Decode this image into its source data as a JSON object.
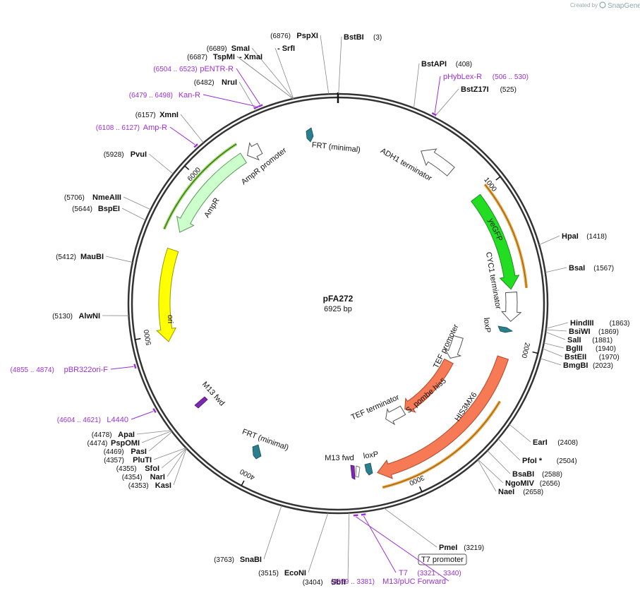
{
  "credit": {
    "prefix": "Created by",
    "brand": "SnapGene"
  },
  "plasmid": {
    "name": "pFA272",
    "length_text": "6925 bp",
    "length": 6925
  },
  "ticks": [
    {
      "bp": 1000,
      "label": "1000"
    },
    {
      "bp": 2000,
      "label": "2000"
    },
    {
      "bp": 3000,
      "label": "3000"
    },
    {
      "bp": 4000,
      "label": "4000"
    },
    {
      "bp": 5000,
      "label": "5000"
    },
    {
      "bp": 6000,
      "label": "6000"
    }
  ],
  "sites": [
    {
      "name": "BstBI",
      "pos": "(3)",
      "bp": 3
    },
    {
      "name": "PspXI",
      "pos": "(6876)",
      "bp": 6876
    },
    {
      "name": "SmaI",
      "pos": "(6689)",
      "bp": 6689
    },
    {
      "name": "- SrfI",
      "pos": "",
      "bp": 6689
    },
    {
      "name": "TspMI",
      "pos": "(6687)",
      "bp": 6687
    },
    {
      "name": "- XmaI",
      "pos": "",
      "bp": 6687
    },
    {
      "name": "NruI",
      "pos": "(6482)",
      "bp": 6482
    },
    {
      "name": "XmnI",
      "pos": "(6157)",
      "bp": 6157
    },
    {
      "name": "PvuI",
      "pos": "(5928)",
      "bp": 5928
    },
    {
      "name": "NmeAIII",
      "pos": "(5706)",
      "bp": 5706
    },
    {
      "name": "BspEI",
      "pos": "(5644)",
      "bp": 5644
    },
    {
      "name": "MauBI",
      "pos": "(5412)",
      "bp": 5412
    },
    {
      "name": "AlwNI",
      "pos": "(5130)",
      "bp": 5130
    },
    {
      "name": "ApaI",
      "pos": "(4478)",
      "bp": 4478
    },
    {
      "name": "PspOMI",
      "pos": "(4474)",
      "bp": 4474
    },
    {
      "name": "PasI",
      "pos": "(4469)",
      "bp": 4469
    },
    {
      "name": "PluTI",
      "pos": "(4357)",
      "bp": 4357
    },
    {
      "name": "SfoI",
      "pos": "(4355)",
      "bp": 4355
    },
    {
      "name": "NarI",
      "pos": "(4354)",
      "bp": 4354
    },
    {
      "name": "KasI",
      "pos": "(4353)",
      "bp": 4353
    },
    {
      "name": "SnaBI",
      "pos": "(3763)",
      "bp": 3763
    },
    {
      "name": "EcoNI",
      "pos": "(3515)",
      "bp": 3515
    },
    {
      "name": "SbfI",
      "pos": "(3404)",
      "bp": 3404
    },
    {
      "name": "PmeI",
      "pos": "(3219)",
      "bp": 3219
    },
    {
      "name": "BstAPI",
      "pos": "(408)",
      "bp": 408
    },
    {
      "name": "BstZ17I",
      "pos": "(525)",
      "bp": 525
    },
    {
      "name": "HpaI",
      "pos": "(1418)",
      "bp": 1418
    },
    {
      "name": "BsaI",
      "pos": "(1567)",
      "bp": 1567
    },
    {
      "name": "HindIII",
      "pos": "(1863)",
      "bp": 1863
    },
    {
      "name": "BsiWI",
      "pos": "(1869)",
      "bp": 1869
    },
    {
      "name": "SalI",
      "pos": "(1881)",
      "bp": 1881
    },
    {
      "name": "BglII",
      "pos": "(1940)",
      "bp": 1940
    },
    {
      "name": "BstEII",
      "pos": "(1970)",
      "bp": 1970
    },
    {
      "name": "BmgBI",
      "pos": "(2023)",
      "bp": 2023
    },
    {
      "name": "EarI",
      "pos": "(2408)",
      "bp": 2408
    },
    {
      "name": "PfoI *",
      "pos": "(2504)",
      "bp": 2504
    },
    {
      "name": "BsaBI",
      "pos": "(2588)",
      "bp": 2588
    },
    {
      "name": "NgoMIV",
      "pos": "(2656)",
      "bp": 2656
    },
    {
      "name": "NaeI",
      "pos": "(2658)",
      "bp": 2658
    }
  ],
  "primers": [
    {
      "name": "pENTR-R",
      "range": "(6504 .. 6523)",
      "bp": 6513
    },
    {
      "name": "Kan-R",
      "range": "(6479 .. 6498)",
      "bp": 6488
    },
    {
      "name": "Amp-R",
      "range": "(6108 .. 6127)",
      "bp": 6117
    },
    {
      "name": "pHybLex-R",
      "range": "(506 .. 530)",
      "bp": 518
    },
    {
      "name": "pBR322ori-F",
      "range": "(4855 .. 4874)",
      "bp": 4864
    },
    {
      "name": "L4440",
      "range": "(4604 .. 4621)",
      "bp": 4612
    },
    {
      "name": "T7",
      "range": "(3321 .. 3340)",
      "bp": 3330
    },
    {
      "name": "M13/pUC Forward",
      "range": "(3359 .. 3381)",
      "bp": 3370
    }
  ],
  "features": [
    {
      "name": "FRT (minimal)"
    },
    {
      "name": "ADH1 terminator"
    },
    {
      "name": "yeGFP"
    },
    {
      "name": "CYC1 terminator"
    },
    {
      "name": "loxP"
    },
    {
      "name": "TEF promoter"
    },
    {
      "name": "S. pombe his5"
    },
    {
      "name": "HIS3MX6"
    },
    {
      "name": "TEF terminator"
    },
    {
      "name": "loxP"
    },
    {
      "name": "M13 fwd"
    },
    {
      "name": "FRT (minimal)"
    },
    {
      "name": "M13 fwd"
    },
    {
      "name": "ori"
    },
    {
      "name": "AmpR"
    },
    {
      "name": "AmpR promoter"
    },
    {
      "name": "T7 promoter"
    }
  ],
  "colors": {
    "backbone": "#333333",
    "primer": "#9b30d9",
    "gfp": "#22dd22",
    "his": "#f57a55",
    "ori": "#ffff00",
    "ampr": "#ccffcc",
    "frt": "#2a7f8f",
    "orf_stroke_gold": "#e8a23c",
    "orf_stroke_green": "#4a8f1a"
  }
}
